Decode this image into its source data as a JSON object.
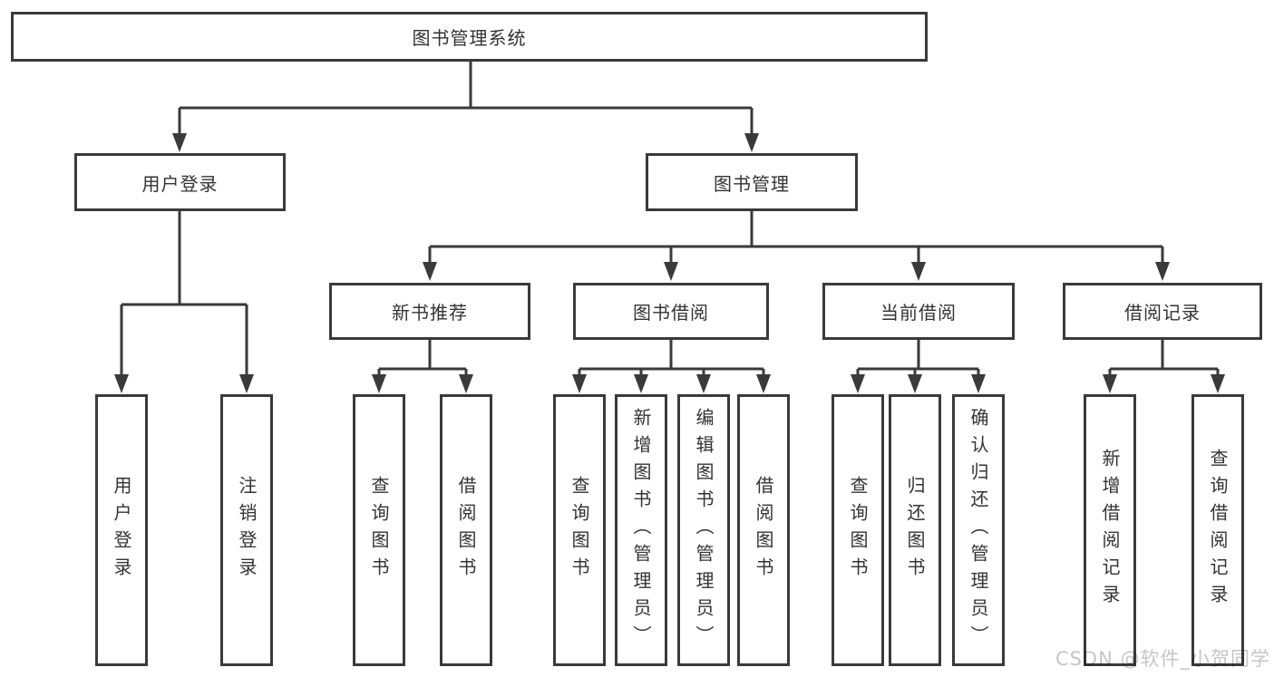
{
  "diagram": {
    "root": {
      "label": "图书管理系统"
    },
    "branches": [
      {
        "label": "用户登录",
        "children": [
          "用户登录",
          "注销登录"
        ]
      },
      {
        "label": "图书管理",
        "children": [
          {
            "label": "新书推荐",
            "children": [
              "查询图书",
              "借阅图书"
            ]
          },
          {
            "label": "图书借阅",
            "children": [
              "查询图书",
              "新增图书（管理员）",
              "编辑图书（管理员）",
              "借阅图书"
            ]
          },
          {
            "label": "当前借阅",
            "children": [
              "查询图书",
              "归还图书",
              "确认归还（管理员）"
            ]
          },
          {
            "label": "借阅记录",
            "children": [
              "新增借阅记录",
              "查询借阅记录"
            ]
          }
        ]
      }
    ]
  },
  "watermark": {
    "text": "CSDN @软件_小贺同学"
  },
  "colors": {
    "line": "#3a3a3a",
    "text": "#333333",
    "watermark": "#c6c6c6",
    "background": "#ffffff"
  }
}
